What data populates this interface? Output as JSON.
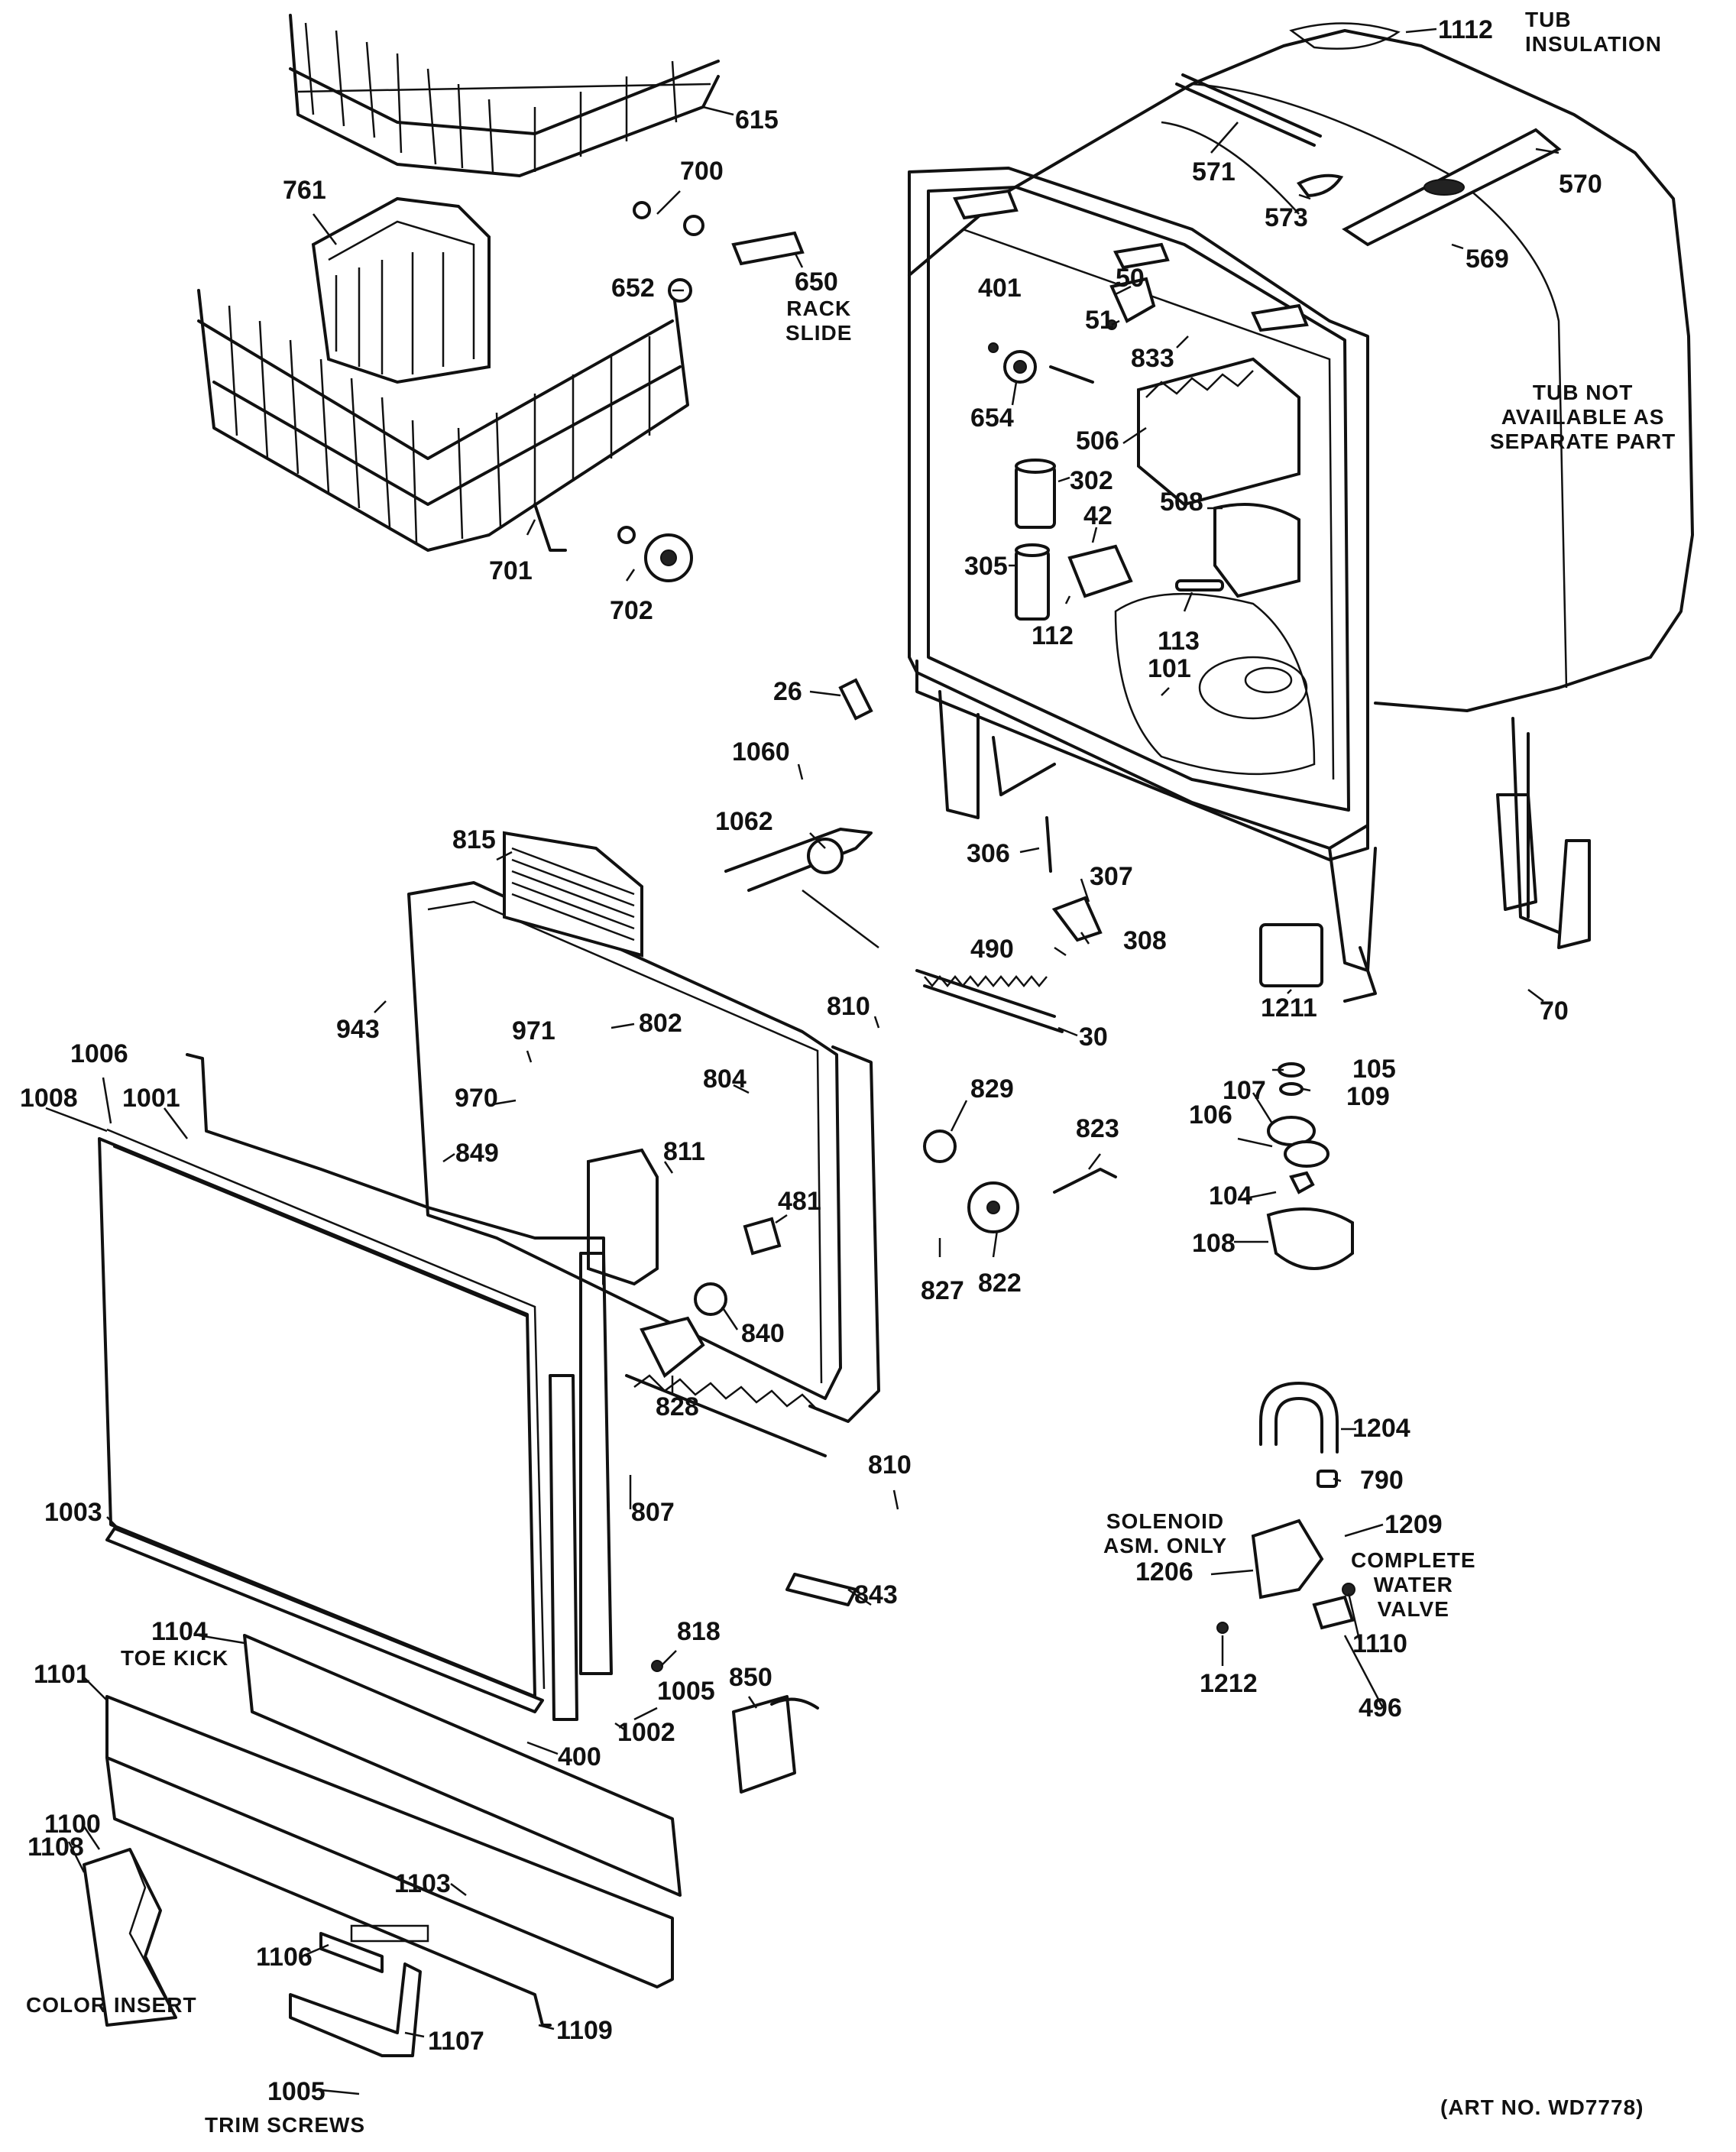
{
  "callouts": [
    {
      "id": "1112",
      "text": "1112"
    },
    {
      "id": "615",
      "text": "615"
    },
    {
      "id": "700",
      "text": "700"
    },
    {
      "id": "761",
      "text": "761"
    },
    {
      "id": "571",
      "text": "571"
    },
    {
      "id": "573",
      "text": "573"
    },
    {
      "id": "570",
      "text": "570"
    },
    {
      "id": "652",
      "text": "652"
    },
    {
      "id": "650",
      "text": "650"
    },
    {
      "id": "401",
      "text": "401"
    },
    {
      "id": "50",
      "text": "50"
    },
    {
      "id": "51",
      "text": "51"
    },
    {
      "id": "833",
      "text": "833"
    },
    {
      "id": "569",
      "text": "569"
    },
    {
      "id": "654",
      "text": "654"
    },
    {
      "id": "506",
      "text": "506"
    },
    {
      "id": "302",
      "text": "302"
    },
    {
      "id": "508",
      "text": "508"
    },
    {
      "id": "42",
      "text": "42"
    },
    {
      "id": "305",
      "text": "305"
    },
    {
      "id": "701",
      "text": "701"
    },
    {
      "id": "702",
      "text": "702"
    },
    {
      "id": "112",
      "text": "112"
    },
    {
      "id": "113",
      "text": "113"
    },
    {
      "id": "26",
      "text": "26"
    },
    {
      "id": "101",
      "text": "101"
    },
    {
      "id": "1060",
      "text": "1060"
    },
    {
      "id": "1062",
      "text": "1062"
    },
    {
      "id": "815",
      "text": "815"
    },
    {
      "id": "306",
      "text": "306"
    },
    {
      "id": "307",
      "text": "307"
    },
    {
      "id": "308",
      "text": "308"
    },
    {
      "id": "490",
      "text": "490"
    },
    {
      "id": "1211",
      "text": "1211"
    },
    {
      "id": "70",
      "text": "70"
    },
    {
      "id": "810a",
      "text": "810"
    },
    {
      "id": "943",
      "text": "943"
    },
    {
      "id": "971",
      "text": "971"
    },
    {
      "id": "802",
      "text": "802"
    },
    {
      "id": "30",
      "text": "30"
    },
    {
      "id": "105",
      "text": "105"
    },
    {
      "id": "107",
      "text": "107"
    },
    {
      "id": "109",
      "text": "109"
    },
    {
      "id": "1006",
      "text": "1006"
    },
    {
      "id": "1008",
      "text": "1008"
    },
    {
      "id": "1001",
      "text": "1001"
    },
    {
      "id": "970",
      "text": "970"
    },
    {
      "id": "804",
      "text": "804"
    },
    {
      "id": "829",
      "text": "829"
    },
    {
      "id": "823",
      "text": "823"
    },
    {
      "id": "106",
      "text": "106"
    },
    {
      "id": "849",
      "text": "849"
    },
    {
      "id": "811",
      "text": "811"
    },
    {
      "id": "104",
      "text": "104"
    },
    {
      "id": "481",
      "text": "481"
    },
    {
      "id": "108",
      "text": "108"
    },
    {
      "id": "827",
      "text": "827"
    },
    {
      "id": "822",
      "text": "822"
    },
    {
      "id": "840",
      "text": "840"
    },
    {
      "id": "828",
      "text": "828"
    },
    {
      "id": "1204",
      "text": "1204"
    },
    {
      "id": "810b",
      "text": "810"
    },
    {
      "id": "790",
      "text": "790"
    },
    {
      "id": "1003",
      "text": "1003"
    },
    {
      "id": "807",
      "text": "807"
    },
    {
      "id": "1209",
      "text": "1209"
    },
    {
      "id": "1206",
      "text": "1206"
    },
    {
      "id": "843",
      "text": "843"
    },
    {
      "id": "1110",
      "text": "1110"
    },
    {
      "id": "1104",
      "text": "1104"
    },
    {
      "id": "818",
      "text": "818"
    },
    {
      "id": "1101",
      "text": "1101"
    },
    {
      "id": "1005a",
      "text": "1005"
    },
    {
      "id": "850",
      "text": "850"
    },
    {
      "id": "1212",
      "text": "1212"
    },
    {
      "id": "496",
      "text": "496"
    },
    {
      "id": "1002",
      "text": "1002"
    },
    {
      "id": "400",
      "text": "400"
    },
    {
      "id": "1100",
      "text": "1100"
    },
    {
      "id": "1108",
      "text": "1108"
    },
    {
      "id": "1103",
      "text": "1103"
    },
    {
      "id": "1106",
      "text": "1106"
    },
    {
      "id": "1109",
      "text": "1109"
    },
    {
      "id": "1107",
      "text": "1107"
    },
    {
      "id": "1005b",
      "text": "1005"
    }
  ],
  "notes": {
    "tub_insulation": "TUB\nINSULATION",
    "rack_slide": "RACK\nSLIDE",
    "tub_not_available": "TUB NOT\nAVAILABLE AS\nSEPARATE PART",
    "solenoid": "SOLENOID\nASM. ONLY",
    "complete_water_valve": "COMPLETE\nWATER\nVALVE",
    "toe_kick": "TOE KICK",
    "color_insert": "COLOR INSERT",
    "trim_screws": "TRIM SCREWS",
    "art_no": "(ART NO. WD7778)"
  }
}
